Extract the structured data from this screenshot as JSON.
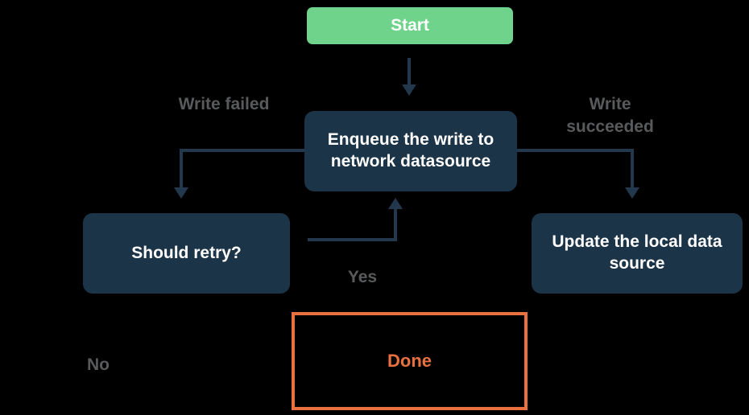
{
  "colors": {
    "background": "#000000",
    "start_green": "#6FD38B",
    "node_navy": "#1C3447",
    "arrow": "#24384D",
    "label_gray": "#595A5C",
    "accent_orange": "#E8713F",
    "text_white": "#FFFFFF"
  },
  "flowchart": {
    "nodes": {
      "start": {
        "label": "Start"
      },
      "enqueue": {
        "label": "Enqueue the write to network datasource"
      },
      "should_retry": {
        "label": "Should retry?"
      },
      "update_local": {
        "label": "Update the local data source"
      },
      "done": {
        "label": "Done"
      }
    },
    "edge_labels": {
      "write_failed": "Write failed",
      "write_succeeded": "Write succeeded",
      "yes": "Yes",
      "no": "No"
    }
  }
}
